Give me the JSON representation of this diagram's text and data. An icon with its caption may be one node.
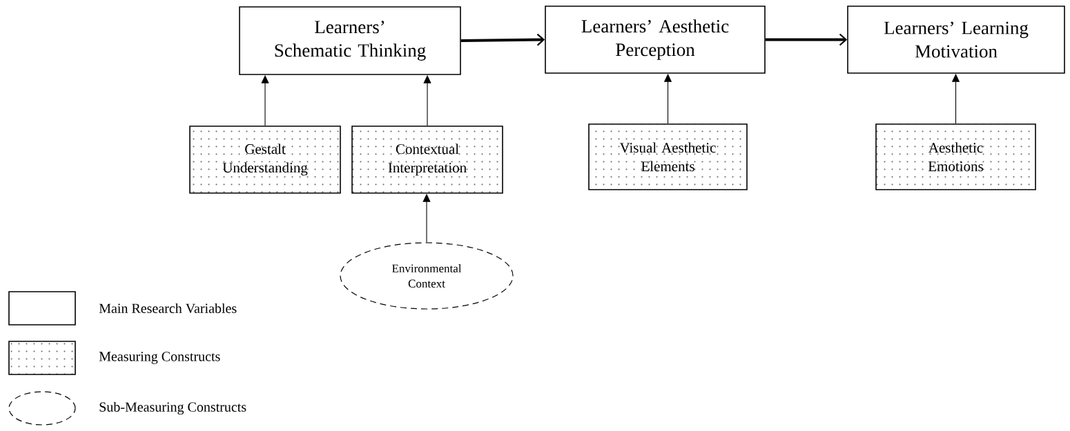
{
  "diagram": {
    "nodes": [
      {
        "text": [
          "Learners’ Schematic Thinking"
        ]
      },
      {
        "text": [
          "Learners’ Aesthetic Perception"
        ]
      },
      {
        "text": [
          "Learners’ Learning Motivation"
        ]
      },
      {
        "text": [
          "Gestalt Understanding"
        ]
      },
      {
        "text": [
          "Contextual Interpretation"
        ]
      },
      {
        "text": [
          "Visual Aesthetic Elements"
        ]
      },
      {
        "text": [
          "Aesthetic Emotions"
        ]
      },
      {
        "text": [
          "Environmental Context"
        ]
      }
    ],
    "edges": [
      {
        "from": 0,
        "to": 1,
        "arrow": "to",
        "style": "thick"
      },
      {
        "from": 1,
        "to": 2,
        "arrow": "to",
        "style": "thick"
      },
      {
        "from": 3,
        "to": 0,
        "arrow": "to"
      },
      {
        "from": 4,
        "to": 0,
        "arrow": "to"
      },
      {
        "from": 5,
        "to": 1,
        "arrow": "to"
      },
      {
        "from": 6,
        "to": 2,
        "arrow": "to"
      },
      {
        "from": 7,
        "to": 4,
        "arrow": "to"
      }
    ],
    "legend": [
      {
        "text": "Main Research Variables"
      },
      {
        "text": "Measuring Constructs"
      },
      {
        "text": "Sub-Measuring Constructs"
      }
    ]
  }
}
